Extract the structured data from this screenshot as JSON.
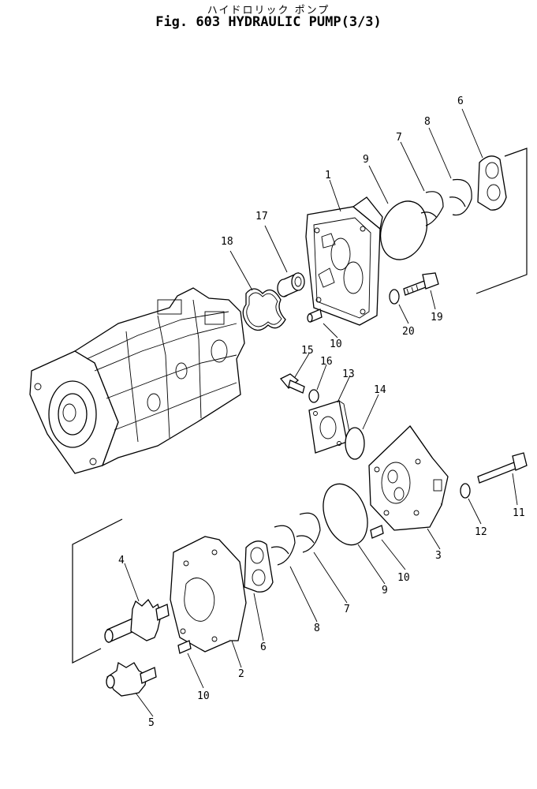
{
  "header": {
    "japanese_title": "ハイドロリック ポンプ",
    "figure_title": "Fig. 603 HYDRAULIC PUMP(3/3)"
  },
  "callouts": [
    {
      "id": "c1",
      "text": "1"
    },
    {
      "id": "c2",
      "text": "2"
    },
    {
      "id": "c3",
      "text": "3"
    },
    {
      "id": "c4",
      "text": "4"
    },
    {
      "id": "c5",
      "text": "5"
    },
    {
      "id": "c6a",
      "text": "6"
    },
    {
      "id": "c6b",
      "text": "6"
    },
    {
      "id": "c7a",
      "text": "7"
    },
    {
      "id": "c7b",
      "text": "7"
    },
    {
      "id": "c8a",
      "text": "8"
    },
    {
      "id": "c8b",
      "text": "8"
    },
    {
      "id": "c9a",
      "text": "9"
    },
    {
      "id": "c9b",
      "text": "9"
    },
    {
      "id": "c10a",
      "text": "10"
    },
    {
      "id": "c10b",
      "text": "10"
    },
    {
      "id": "c10c",
      "text": "10"
    },
    {
      "id": "c11",
      "text": "11"
    },
    {
      "id": "c12",
      "text": "12"
    },
    {
      "id": "c13",
      "text": "13"
    },
    {
      "id": "c14",
      "text": "14"
    },
    {
      "id": "c15",
      "text": "15"
    },
    {
      "id": "c16",
      "text": "16"
    },
    {
      "id": "c17",
      "text": "17"
    },
    {
      "id": "c18",
      "text": "18"
    },
    {
      "id": "c19",
      "text": "19"
    },
    {
      "id": "c20",
      "text": "20"
    }
  ]
}
